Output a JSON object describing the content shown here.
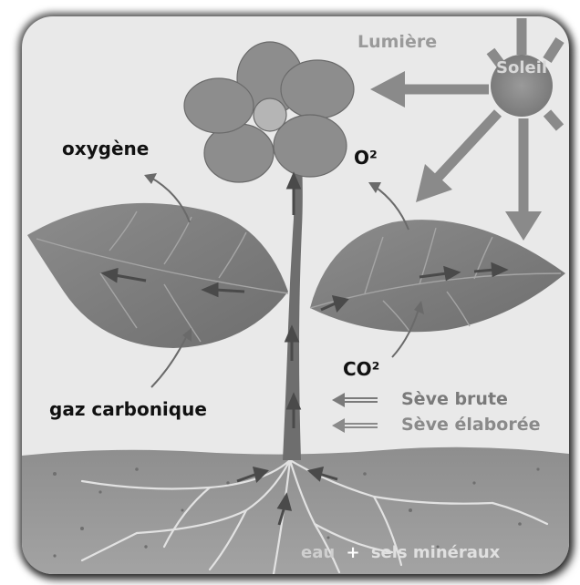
{
  "labels": {
    "light": "Lumière",
    "sun": "Soleil",
    "oxygen": "oxygène",
    "o2": "O²",
    "co2": "CO²",
    "carbon_dioxide": "gaz carbonique",
    "raw_sap": "Sève brute",
    "elaborated_sap": "Sève élaborée",
    "water_minerals_a": "eau",
    "water_minerals_plus": "+",
    "water_minerals_b": "sels minéraux"
  }
}
